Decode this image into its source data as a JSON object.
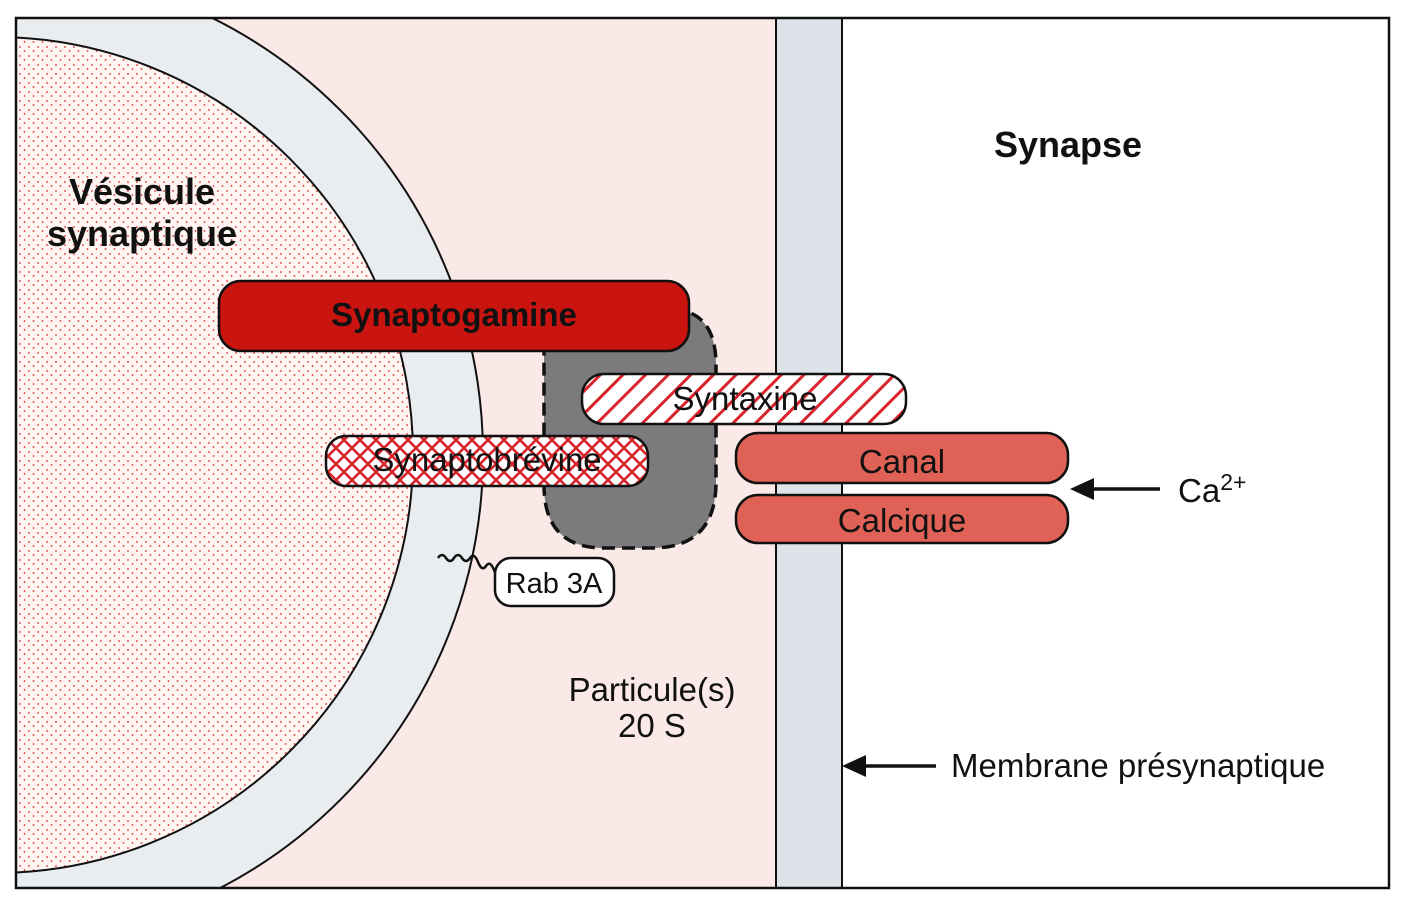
{
  "labels": {
    "vesicle_line1": "Vésicule",
    "vesicle_line2": "synaptique",
    "synapse": "Synapse",
    "synaptotagmin": "Synaptogamine",
    "syntaxin": "Syntaxine",
    "synaptobrevin": "Synaptobrévine",
    "channel_line1": "Canal",
    "channel_line2": "Calcique",
    "calcium_base": "Ca",
    "calcium_sup": "2+",
    "rab": "Rab 3A",
    "particle_line1": "Particule(s)",
    "particle_line2": "20 S",
    "membrane": "Membrane présynaptique"
  },
  "colors": {
    "cytoplasm": "#fbe9e7",
    "vesicle_shell": "#e9edf0",
    "membrane": "#dde3e8",
    "synaptotagmin": "#c9140f",
    "channel": "#e06155",
    "hatch": "#d8242c",
    "particle": "#7b7b7d",
    "dots": "#d7332e"
  }
}
